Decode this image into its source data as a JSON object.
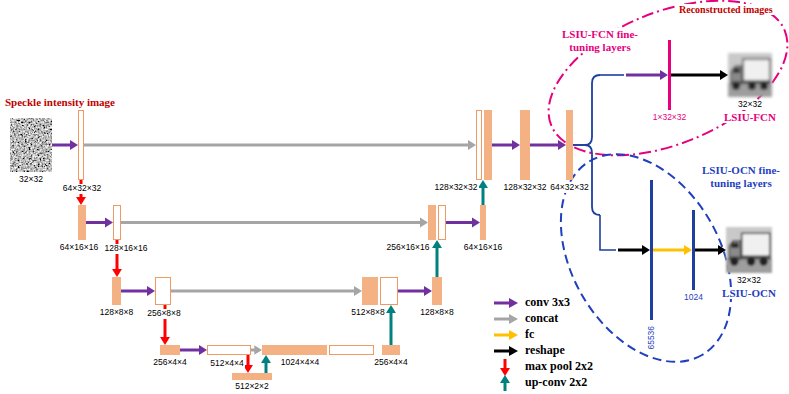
{
  "diagram": {
    "nodes": [
      {
        "text": [
          "Speckle intensity image",
          "32×32"
        ]
      },
      {
        "text": [
          "64×32×32"
        ]
      },
      {
        "text": [
          "64×16×16"
        ]
      },
      {
        "text": [
          "128×16×16"
        ]
      },
      {
        "text": [
          "128×8×8"
        ]
      },
      {
        "text": [
          "256×8×8"
        ]
      },
      {
        "text": [
          "256×4×4"
        ]
      },
      {
        "text": [
          "512×4×4"
        ]
      },
      {
        "text": [
          "512×2×2"
        ]
      },
      {
        "text": [
          "1024×4×4"
        ]
      },
      {
        "text": [
          "256×4×4"
        ]
      },
      {
        "text": [
          "512×8×8"
        ]
      },
      {
        "text": [
          "128×8×8"
        ]
      },
      {
        "text": [
          "256×16×16"
        ]
      },
      {
        "text": [
          "64×16×16"
        ]
      },
      {
        "text": [
          "128×32×32"
        ]
      },
      {
        "text": [
          "128×32×32"
        ]
      },
      {
        "text": [
          "64×32×32"
        ]
      },
      {
        "text": [
          "1×32×32"
        ]
      },
      {
        "text": [
          "32×32",
          "LSIU-FCN"
        ]
      },
      {
        "text": [
          "65536"
        ]
      },
      {
        "text": [
          "1024"
        ]
      },
      {
        "text": [
          "32×32",
          "LSIU-OCN"
        ]
      }
    ],
    "edges": [
      {
        "from": 0,
        "to": 1,
        "arrow": "to"
      },
      {
        "from": 1,
        "to": 2,
        "arrow": "to"
      },
      {
        "from": 2,
        "to": 3,
        "arrow": "to"
      },
      {
        "from": 3,
        "to": 4,
        "arrow": "to"
      },
      {
        "from": 4,
        "to": 5,
        "arrow": "to"
      },
      {
        "from": 5,
        "to": 6,
        "arrow": "to"
      },
      {
        "from": 6,
        "to": 7,
        "arrow": "to"
      },
      {
        "from": 7,
        "to": 8,
        "arrow": "to"
      },
      {
        "from": 7,
        "to": 9,
        "arrow": "to"
      },
      {
        "from": 8,
        "to": 9,
        "arrow": "to"
      },
      {
        "from": 10,
        "to": 11,
        "arrow": "to"
      },
      {
        "from": 5,
        "to": 11,
        "arrow": "to"
      },
      {
        "from": 11,
        "to": 12,
        "arrow": "to"
      },
      {
        "from": 12,
        "to": 13,
        "arrow": "to"
      },
      {
        "from": 3,
        "to": 13,
        "arrow": "to"
      },
      {
        "from": 13,
        "to": 14,
        "arrow": "to"
      },
      {
        "from": 14,
        "to": 15,
        "arrow": "to"
      },
      {
        "from": 1,
        "to": 15,
        "arrow": "to"
      },
      {
        "from": 15,
        "to": 16,
        "arrow": "to"
      },
      {
        "from": 16,
        "to": 17,
        "arrow": "to"
      },
      {
        "from": 17,
        "to": 18,
        "arrow": "to"
      },
      {
        "from": 18,
        "to": 19,
        "arrow": "to"
      },
      {
        "from": 17,
        "to": 20,
        "arrow": "to"
      },
      {
        "from": 20,
        "to": 21,
        "arrow": "to"
      },
      {
        "from": 21,
        "to": 22,
        "arrow": "to"
      }
    ],
    "labels": [
      "Reconstructed images",
      "LSIU-FCN fine- tuning layers",
      "LSIU-OCN fine- tuning layers"
    ],
    "legend": [
      {
        "text": "conv 3x3"
      },
      {
        "text": "concat"
      },
      {
        "text": "fc"
      },
      {
        "text": "reshape"
      },
      {
        "text": "max pool 2x2"
      },
      {
        "text": "up-conv 2x2"
      }
    ]
  }
}
